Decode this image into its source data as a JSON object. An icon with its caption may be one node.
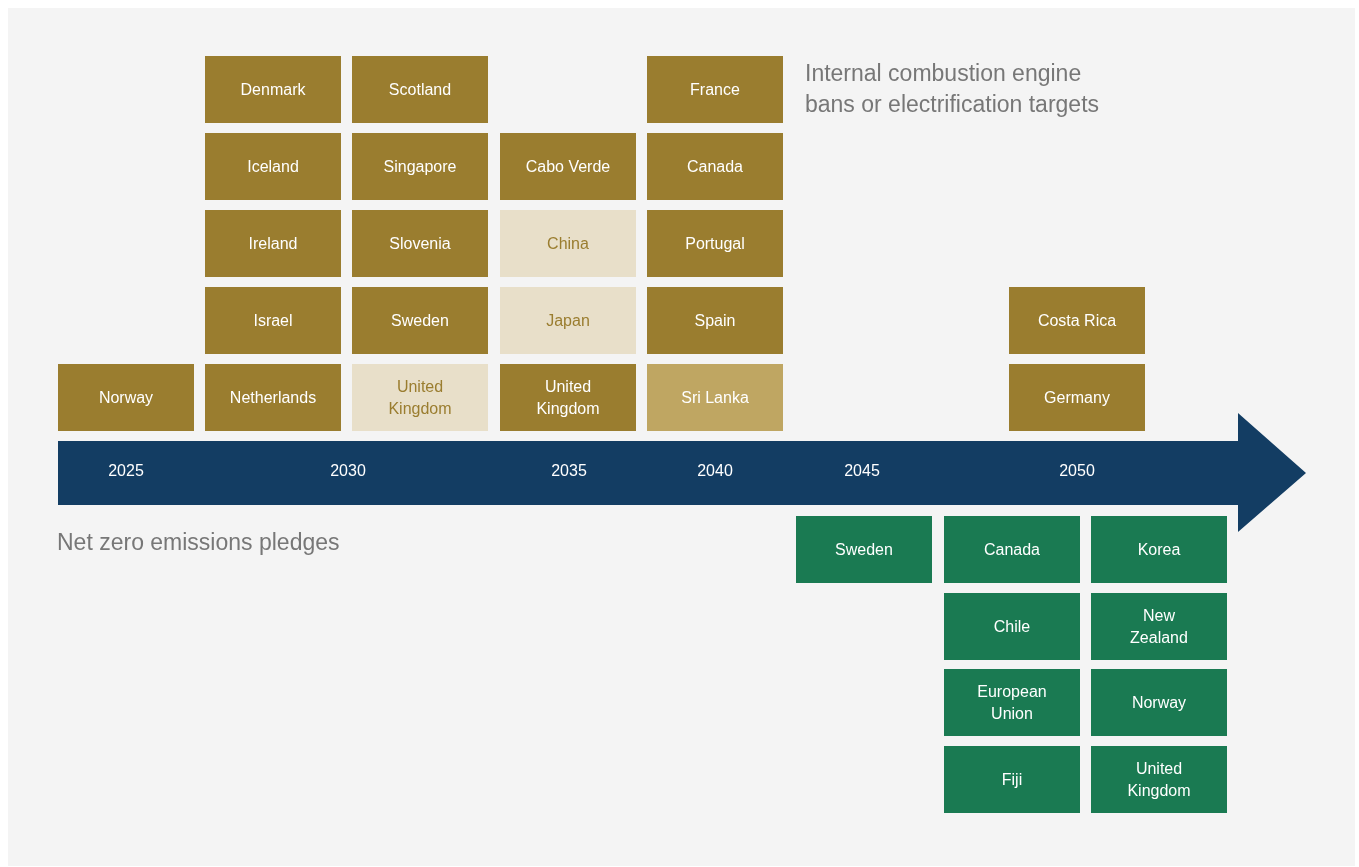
{
  "diagram": {
    "nodes": [
      {
        "text": [
          "Denmark"
        ]
      },
      {
        "text": [
          "Scotland"
        ]
      },
      {
        "text": [
          "France"
        ]
      },
      {
        "text": [
          "Iceland"
        ]
      },
      {
        "text": [
          "Singapore"
        ]
      },
      {
        "text": [
          "Cabo Verde"
        ]
      },
      {
        "text": [
          "Canada"
        ]
      },
      {
        "text": [
          "Ireland"
        ]
      },
      {
        "text": [
          "Slovenia"
        ]
      },
      {
        "text": [
          "China"
        ]
      },
      {
        "text": [
          "Portugal"
        ]
      },
      {
        "text": [
          "Israel"
        ]
      },
      {
        "text": [
          "Sweden"
        ]
      },
      {
        "text": [
          "Japan"
        ]
      },
      {
        "text": [
          "Spain"
        ]
      },
      {
        "text": [
          "Costa Rica"
        ]
      },
      {
        "text": [
          "Norway"
        ]
      },
      {
        "text": [
          "Netherlands"
        ]
      },
      {
        "text": [
          "United Kingdom"
        ]
      },
      {
        "text": [
          "United Kingdom"
        ]
      },
      {
        "text": [
          "Sri Lanka"
        ]
      },
      {
        "text": [
          "Germany"
        ]
      },
      {
        "text": [
          "Sweden"
        ]
      },
      {
        "text": [
          "Canada"
        ]
      },
      {
        "text": [
          "Korea"
        ]
      },
      {
        "text": [
          "Chile"
        ]
      },
      {
        "text": [
          "New Zealand"
        ]
      },
      {
        "text": [
          "European Union"
        ]
      },
      {
        "text": [
          "Norway"
        ]
      },
      {
        "text": [
          "Fiji"
        ]
      },
      {
        "text": [
          "United Kingdom"
        ]
      }
    ],
    "edges": [],
    "labels": [
      "Internal combustion engine bans or electrification targets",
      "2025",
      "2030",
      "2035",
      "2040",
      "2045",
      "2050",
      "Net zero emissions pledges"
    ]
  }
}
